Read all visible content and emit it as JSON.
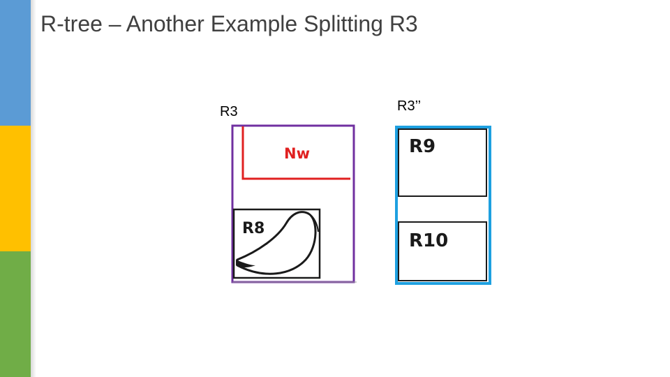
{
  "title": "R-tree – Another Example Splitting R3",
  "left_figure": {
    "label": "R3",
    "nw_label": "Nw",
    "r8_label": "R8"
  },
  "right_figure": {
    "label": "R3’’",
    "r9_label": "R9",
    "r10_label": "R10"
  },
  "colors": {
    "sidebar_blue": "#5b9bd5",
    "sidebar_yellow": "#ffc000",
    "sidebar_green": "#70ad47",
    "r3_border": "#7030a0",
    "nw_color": "#e02020",
    "r3pp_border": "#1ea0e0"
  }
}
